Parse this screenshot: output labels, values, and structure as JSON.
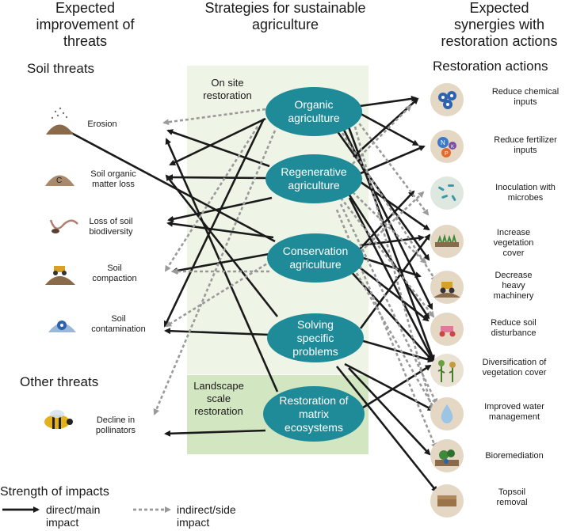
{
  "headers": {
    "left": "Expected improvement of threats",
    "middle": "Strategies for sustainable agriculture",
    "right": "Expected synergies with restoration actions"
  },
  "sections": {
    "soil_threats": "Soil threats",
    "other_threats": "Other threats",
    "restoration_actions": "Restoration actions"
  },
  "zones": {
    "on_site": "On site restoration",
    "landscape": "Landscape scale restoration"
  },
  "threats": [
    {
      "label": "Erosion",
      "icon": "erosion-soil-pile-icon"
    },
    {
      "label": "Soil organic matter loss",
      "icon": "soil-organic-matter-icon"
    },
    {
      "label": "Loss of soil biodiversity",
      "icon": "worm-insect-icon"
    },
    {
      "label": "Soil compaction",
      "icon": "tractor-on-soil-icon"
    },
    {
      "label": "Soil contamination",
      "icon": "radioactive-soil-icon"
    },
    {
      "label": "Decline in pollinators",
      "icon": "bee-icon"
    }
  ],
  "strategies": [
    "Organic agriculture",
    "Regenerative agriculture",
    "Conservation agriculture",
    "Solving specific problems",
    "Restoration of matrix ecosystems"
  ],
  "actions": [
    {
      "label": "Reduce chemical inputs",
      "icon": "chemical-hazard-icon"
    },
    {
      "label": "Reduce fertilizer inputs",
      "icon": "npk-fertilizer-icon"
    },
    {
      "label": "Inoculation with microbes",
      "icon": "microbes-icon"
    },
    {
      "label": "Increase vegetation cover",
      "icon": "vegetation-cover-icon"
    },
    {
      "label": "Decrease heavy machinery",
      "icon": "heavy-machinery-icon"
    },
    {
      "label": "Reduce soil disturbance",
      "icon": "tractor-disturbance-icon"
    },
    {
      "label": "Diversification of vegetation cover",
      "icon": "plants-diversity-icon"
    },
    {
      "label": "Improved water management",
      "icon": "water-drop-icon"
    },
    {
      "label": "Bioremediation",
      "icon": "bioremediation-plant-icon"
    },
    {
      "label": "Topsoil removal",
      "icon": "topsoil-layer-icon"
    }
  ],
  "legend": {
    "title": "Strength of  impacts",
    "direct": "direct/main impact",
    "indirect": "indirect/side impact"
  },
  "colors": {
    "strategy_fill": "#1f8b98",
    "onsite_bg": "#eef4e6",
    "landscape_bg": "#d3e6c2",
    "direct_arrow": "#1a1a1a",
    "indirect_arrow": "#9a9a9a"
  }
}
